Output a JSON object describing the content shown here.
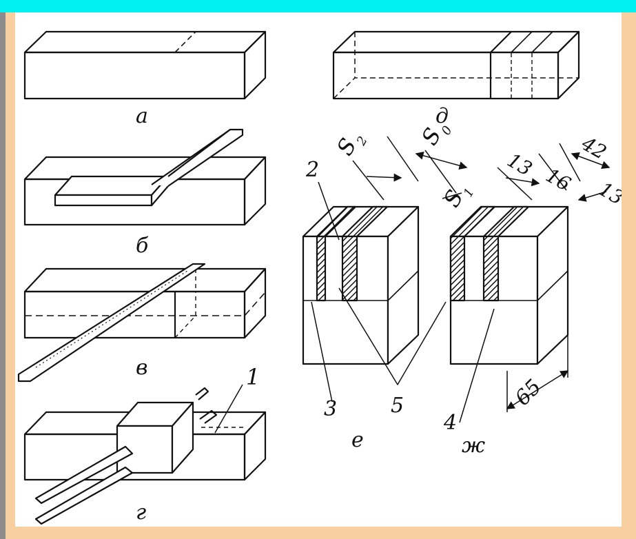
{
  "colors": {
    "top_bar": "#00f0f0",
    "frame": "#f8cfa0",
    "panel": "#ffffff",
    "ink": "#111111",
    "left_strip": "#8c8c8c"
  },
  "labels": {
    "a": "а",
    "b": "б",
    "v": "в",
    "g": "г",
    "d": "д",
    "e": "е",
    "zh": "ж",
    "n1": "1",
    "n2": "2",
    "n3": "3",
    "n4": "4",
    "n5": "5"
  },
  "dimensions": {
    "s2": "S",
    "s2_sub": "2",
    "s0": "S",
    "s0_sub": "0",
    "s1": "S",
    "s1_sub": "1",
    "d13a": "13",
    "d16": "16",
    "d42": "42",
    "d13b": "13",
    "d65": "65"
  }
}
